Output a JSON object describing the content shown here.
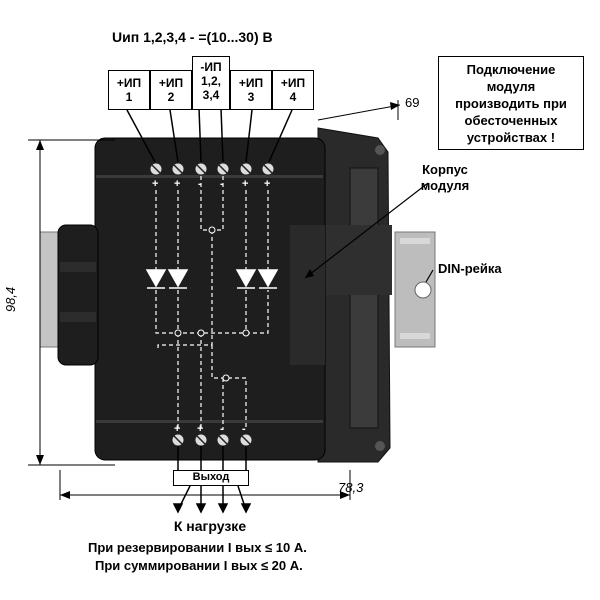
{
  "header": {
    "supply_label": "Uип 1,2,3,4   -   =(10...30) В"
  },
  "input_boxes": [
    {
      "line1": "+ИП",
      "line2": "1"
    },
    {
      "line1": "+ИП",
      "line2": "2"
    },
    {
      "line1": "-ИП",
      "line2": "1,2,",
      "line3": "3,4"
    },
    {
      "line1": "+ИП",
      "line2": "3"
    },
    {
      "line1": "+ИП",
      "line2": "4"
    }
  ],
  "warning": {
    "text": "Подключение модуля производить при обесточенных устройствах !"
  },
  "labels": {
    "case": "Корпус модуля",
    "din_rail": "DIN-рейка",
    "output_box": "Выход",
    "to_load": "К нагрузке",
    "redundancy": "При резервировании  I вых ≤ 10 А.",
    "summing": "При суммировании  I вых ≤ 20 А."
  },
  "dimensions": {
    "width": "78,3",
    "height": "98,4",
    "depth": "69"
  },
  "terminal_marks": {
    "top": [
      "+",
      "+",
      "-",
      "-",
      "+",
      "+"
    ],
    "bottom": [
      "+",
      "+",
      "-",
      "-"
    ]
  },
  "colors": {
    "housing": "#1f1f1f",
    "housing_light": "#3a3a3a",
    "rail": "#b9b9b9",
    "line": "#000000",
    "dashed": "#ffffff"
  }
}
